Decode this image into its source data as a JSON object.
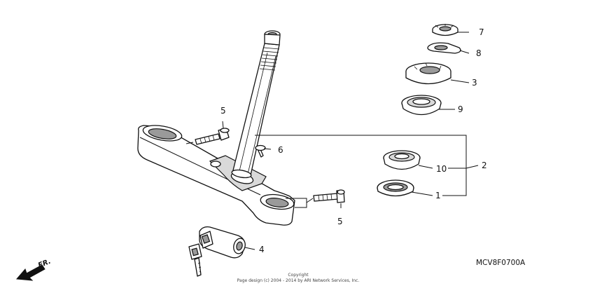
{
  "diagram": {
    "callouts": {
      "c1": "1",
      "c2": "2",
      "c3": "3",
      "c4": "4",
      "c5a": "5",
      "c5b": "5",
      "c6": "6",
      "c7": "7",
      "c8": "8",
      "c9": "9",
      "c10": "10"
    },
    "direction_label": "FR.",
    "diagram_code": "MCV8F0700A",
    "copyright_line1": "Copyright",
    "copyright_line2": "Page design (c) 2004 - 2014 by ARI Network Services, Inc."
  }
}
